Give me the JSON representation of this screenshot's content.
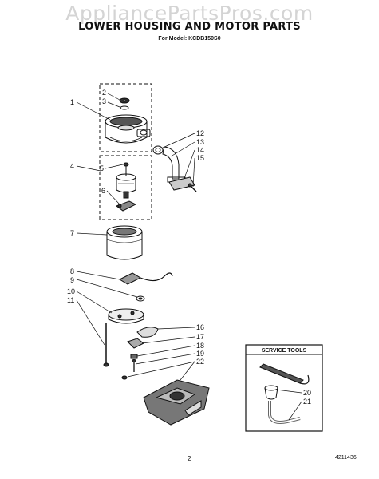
{
  "header": {
    "watermark": "AppliancePartsPros.com",
    "title": "LOWER HOUSING AND MOTOR PARTS",
    "subtitle": "For Model: KCDB150S0"
  },
  "callouts": [
    "1",
    "2",
    "3",
    "4",
    "5",
    "6",
    "7",
    "8",
    "9",
    "10",
    "11",
    "12",
    "13",
    "14",
    "15",
    "16",
    "17",
    "18",
    "19",
    "20",
    "21",
    "22"
  ],
  "service_tools": {
    "title": "SERVICE TOOLS"
  },
  "footer": {
    "page_number": "2",
    "document_number": "4211436"
  }
}
